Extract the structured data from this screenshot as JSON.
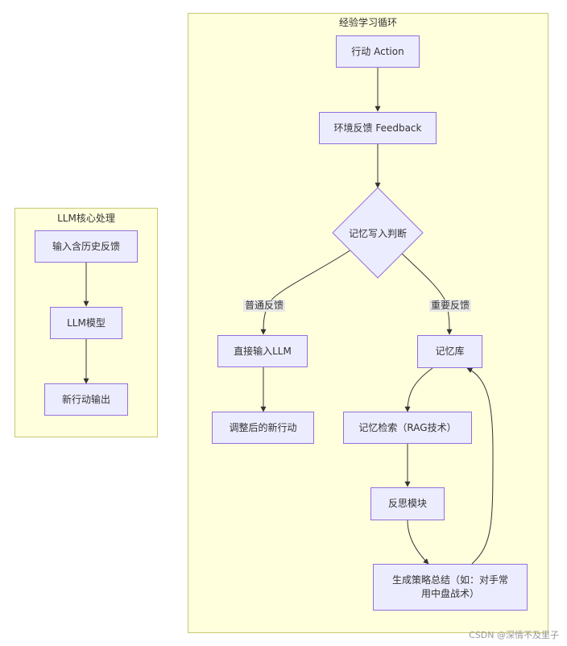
{
  "clusters": {
    "llm": {
      "title": "LLM核心处理"
    },
    "loop": {
      "title": "经验学习循环"
    }
  },
  "nodes": {
    "input_history": "输入含历史反馈",
    "llm_model": "LLM模型",
    "new_action_output": "新行动输出",
    "action": "行动 Action",
    "env_feedback": "环境反馈 Feedback",
    "memory_decision": "记忆写入判断",
    "direct_llm": "直接输入LLM",
    "adjusted_action": "调整后的新行动",
    "memory_store": "记忆库",
    "memory_retrieval": "记忆检索（RAG技术）",
    "reflection": "反思模块",
    "strategy_summary": "生成策略总结（如：对手常用中盘战术）"
  },
  "edge_labels": {
    "normal": "普通反馈",
    "important": "重要反馈"
  },
  "watermark": "CSDN @深情不及里子",
  "colors": {
    "cluster_fill": "#ffffde",
    "cluster_border": "#c8c873",
    "node_fill": "#ececff",
    "node_border": "#9370db",
    "edge": "#333333"
  }
}
